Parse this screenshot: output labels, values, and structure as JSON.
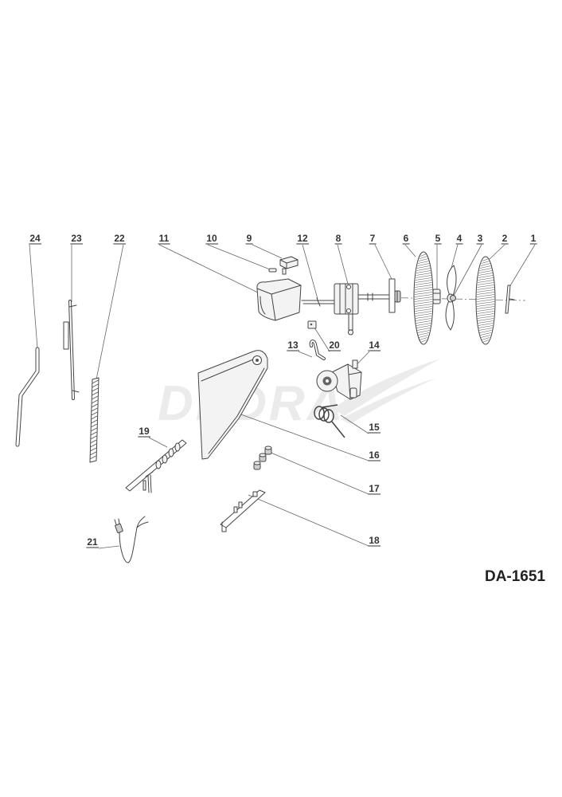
{
  "diagram": {
    "model": "DA-1651",
    "watermark": "DEDRA",
    "callouts": [
      "1",
      "2",
      "3",
      "4",
      "5",
      "6",
      "7",
      "8",
      "9",
      "10",
      "11",
      "12",
      "13",
      "14",
      "15",
      "16",
      "17",
      "18",
      "19",
      "20",
      "21",
      "22",
      "23",
      "24"
    ]
  },
  "colors": {
    "ink": "#444444",
    "watermark": "#ebebeb"
  }
}
